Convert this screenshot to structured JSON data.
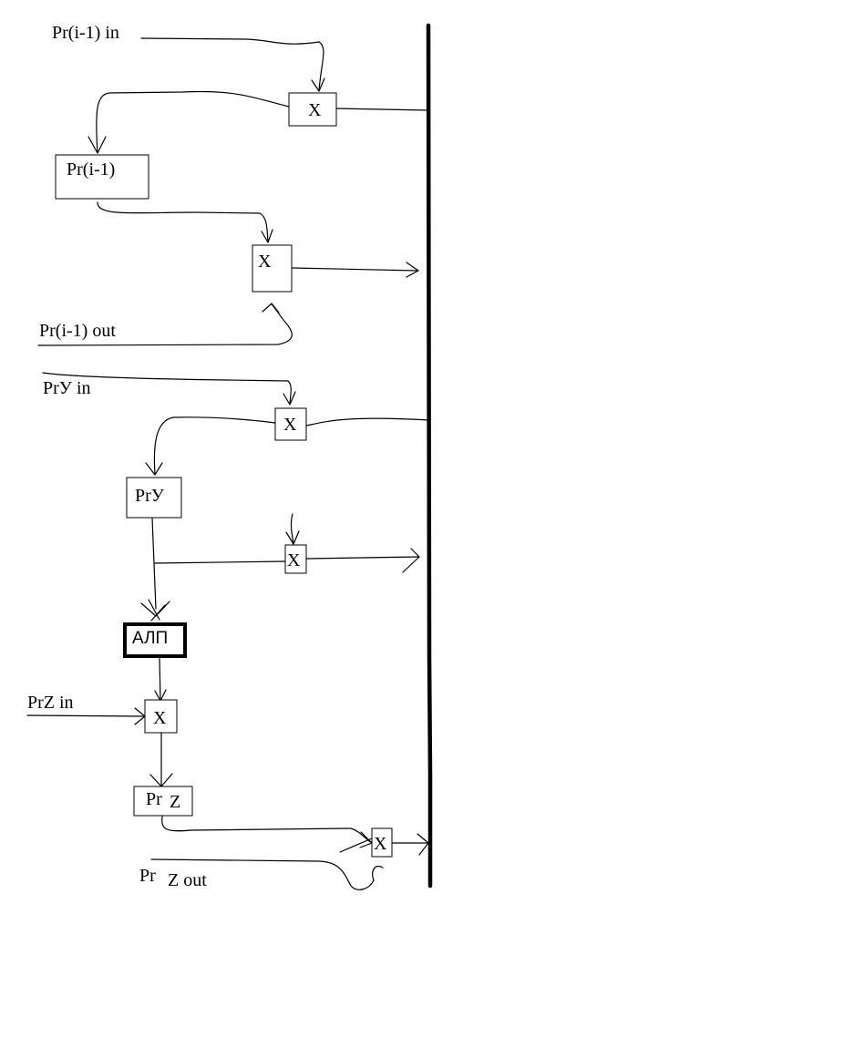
{
  "labels": {
    "pr_i1_in": "Pr(i-1) in",
    "pr_i1": "Pr(i-1)",
    "pr_i1_out": "Pr(i-1) out",
    "pry_in": "PrУ in",
    "pry": "PrУ",
    "alu": "АЛП",
    "prz_in": "PrZ in",
    "prz_pr": "Pr",
    "prz_z": "Z",
    "prz_out_pr": "Pr",
    "prz_out_z": "Z out"
  },
  "gate_label": "X"
}
